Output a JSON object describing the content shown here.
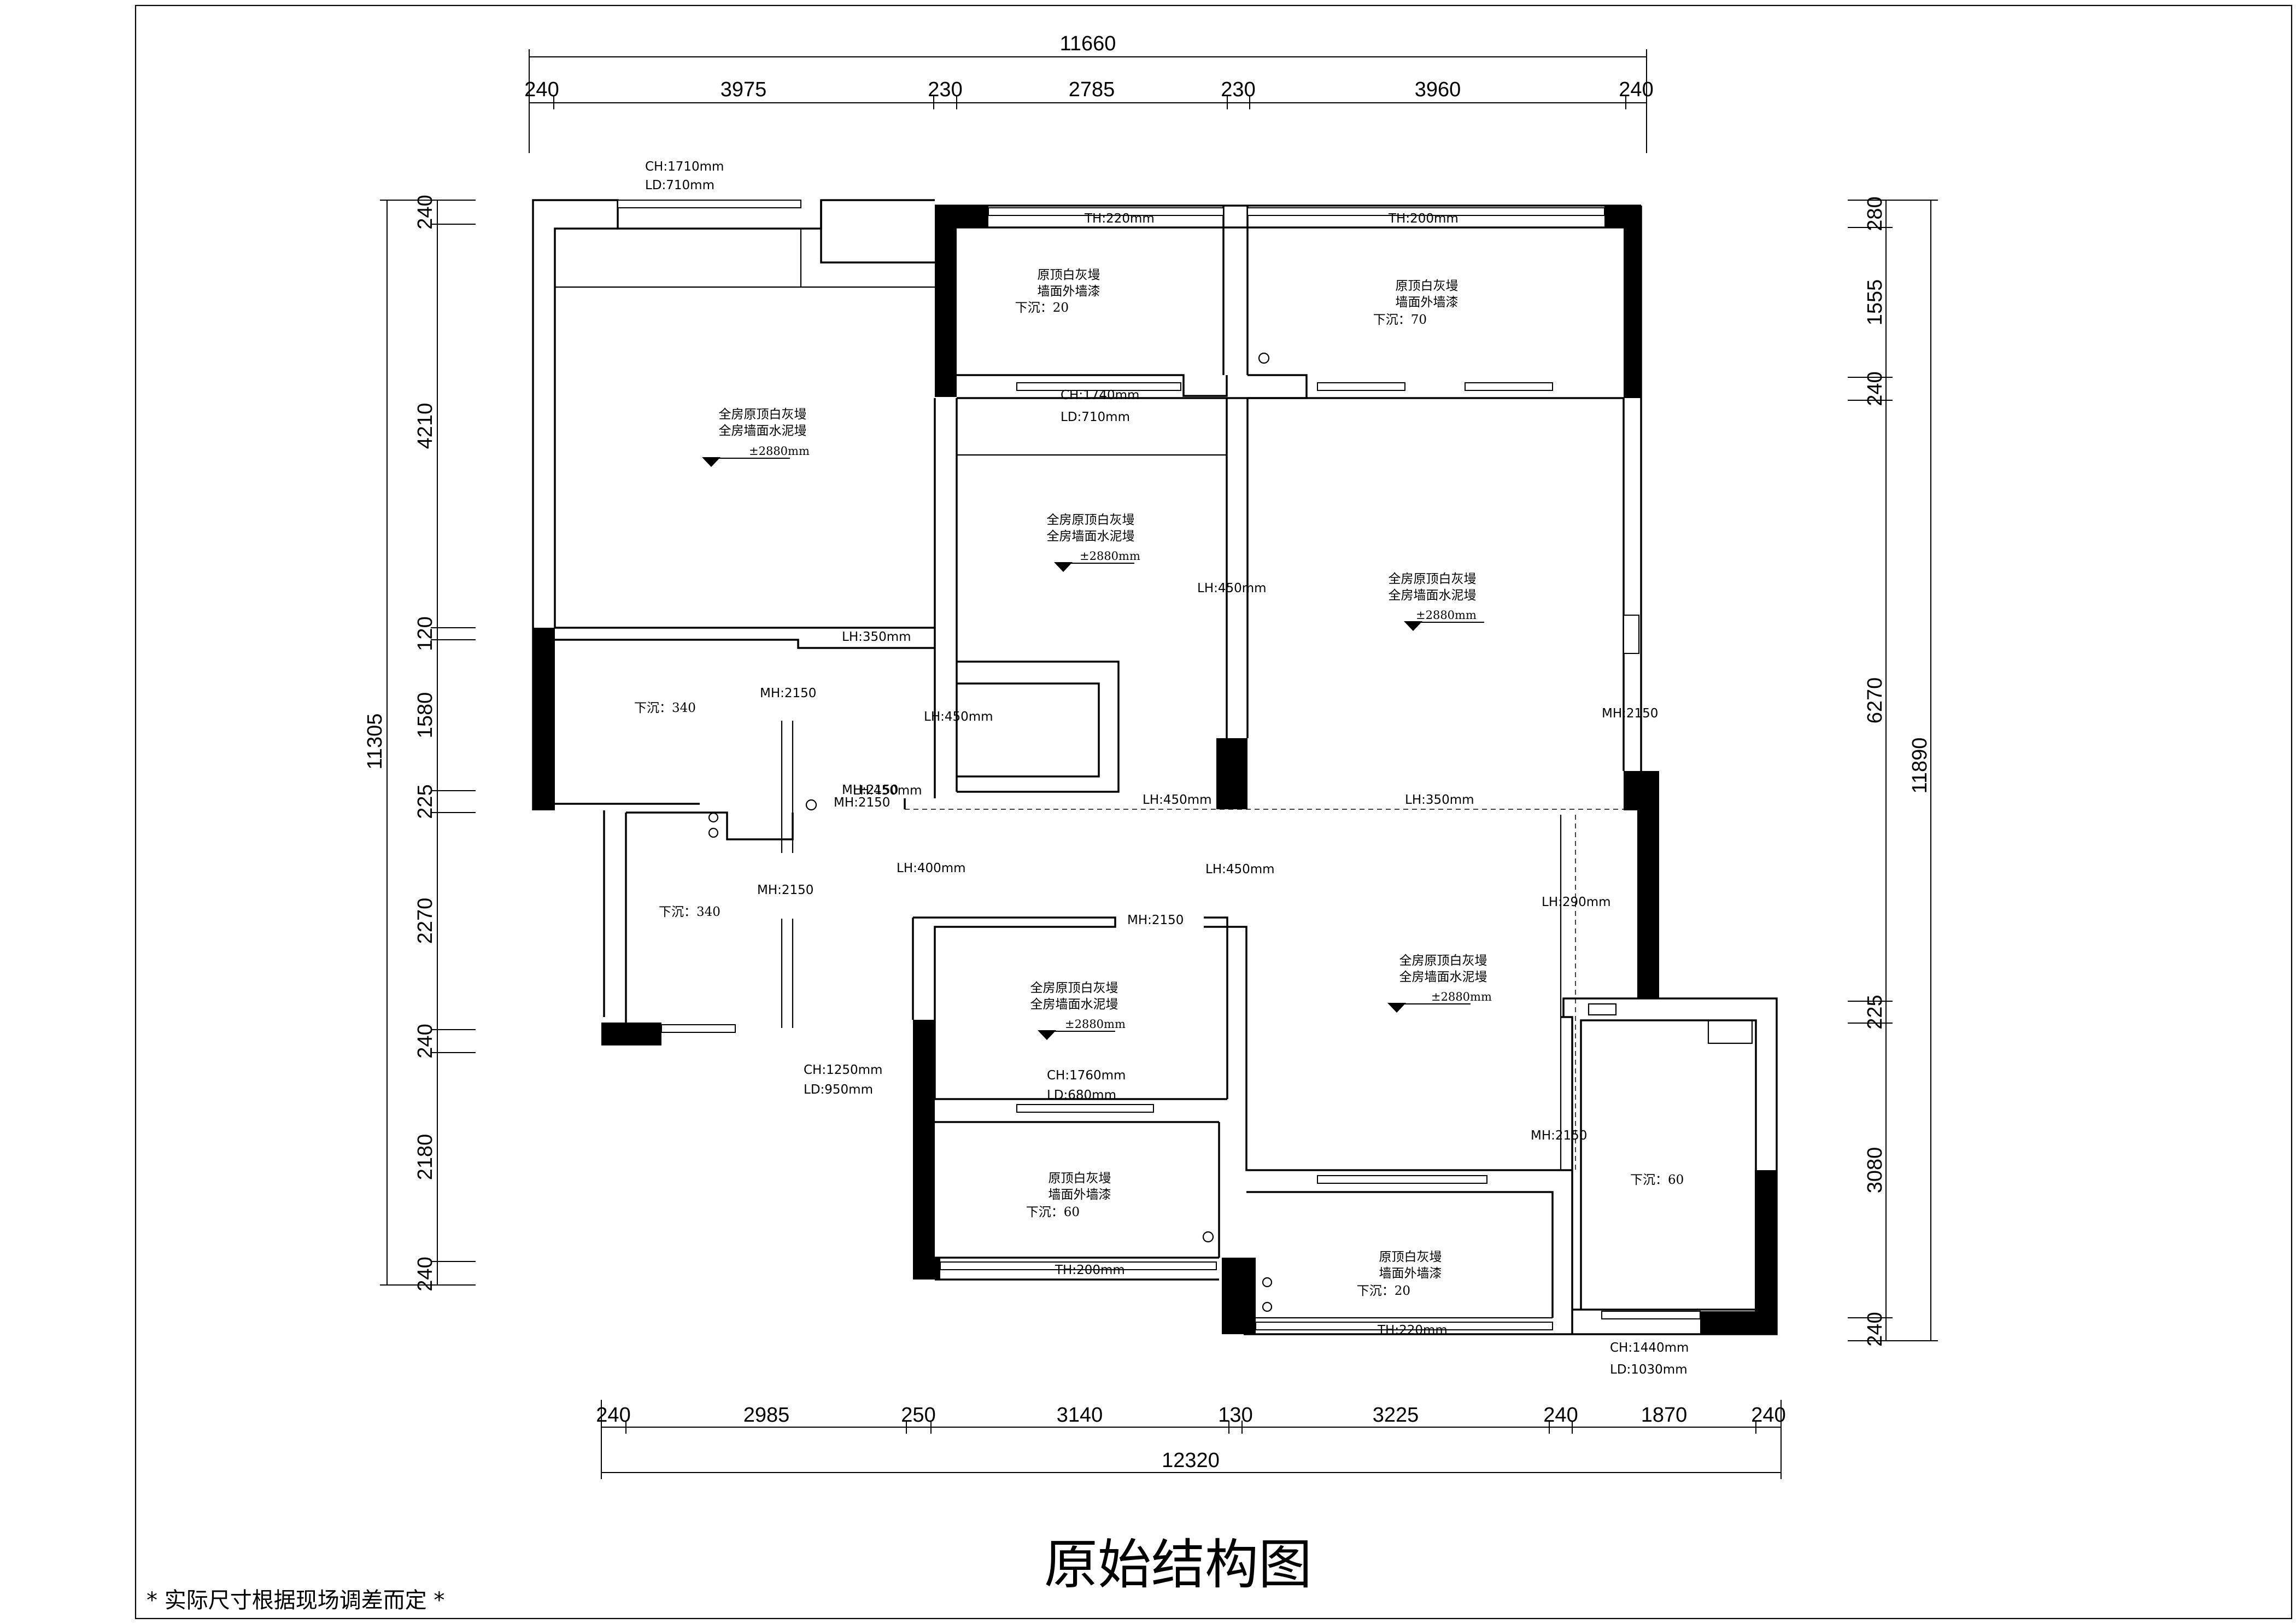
{
  "title": "原始结构图",
  "footnote": "* 实际尺寸根据现场调差而定 *",
  "dimensions": {
    "top_total": "11660",
    "top": [
      "240",
      "3975",
      "230",
      "2785",
      "230",
      "3960",
      "240"
    ],
    "bottom_total": "12320",
    "bottom": [
      "240",
      "2985",
      "250",
      "3140",
      "130",
      "3225",
      "240",
      "1870",
      "240"
    ],
    "left_total": "11305",
    "left": [
      "240",
      "4210",
      "120",
      "1580",
      "225",
      "2270",
      "240",
      "2180",
      "240"
    ],
    "right_total": "11890",
    "right": [
      "280",
      "1555",
      "240",
      "6270",
      "225",
      "3080",
      "240"
    ]
  },
  "rooms": [
    {
      "lines": [
        "全房原顶白灰墁",
        "全房墙面水泥墁"
      ],
      "level": "±2880mm"
    },
    {
      "lines": [
        "全房原顶白灰墁",
        "全房墙面水泥墁"
      ],
      "level": "±2880mm"
    },
    {
      "lines": [
        "全房原顶白灰墁",
        "全房墙面水泥墁"
      ],
      "level": "±2880mm"
    },
    {
      "lines": [
        "全房原顶白灰墁",
        "全房墙面水泥墁"
      ],
      "level": "±2880mm"
    },
    {
      "lines": [
        "全房原顶白灰墁",
        "全房墙面水泥墁"
      ],
      "level": "±2880mm"
    },
    {
      "lines": [
        "原顶白灰墁",
        "墙面外墙漆",
        "下沉：20"
      ]
    },
    {
      "lines": [
        "原顶白灰墁",
        "墙面外墙漆",
        "下沉：70"
      ]
    },
    {
      "lines": [
        "原顶白灰墁",
        "墙面外墙漆",
        "下沉：60"
      ]
    },
    {
      "lines": [
        "原顶白灰墁",
        "墙面外墙漆",
        "下沉：20"
      ]
    }
  ],
  "sinks": [
    "下沉：340",
    "下沉：340",
    "下沉：60"
  ],
  "notes": {
    "ch1": "CH:1710mm",
    "ld1": "LD:710mm",
    "ch2": "CH:1740mm",
    "ld2": "LD:710mm",
    "ch3": "CH:1250mm",
    "ld3": "LD:950mm",
    "ch4": "CH:1760mm",
    "ld4": "LD:680mm",
    "ch5": "CH:1440mm",
    "ld5": "LD:1030mm",
    "th1": "TH:220mm",
    "th2": "TH:200mm",
    "th3": "TH:200mm",
    "th4": "TH:220mm",
    "mh": [
      "MH:2150",
      "MH:2150",
      "MH:2150",
      "MH:2150",
      "MH:2150",
      "MH:2150",
      "MH:2150"
    ],
    "lh": [
      "LH:350mm",
      "LH:450mm",
      "LH:450mm",
      "LH:450mm",
      "LH:450mm",
      "LH:350mm",
      "LH:400mm",
      "LH:450mm",
      "LH:290mm",
      "LH:450mm"
    ]
  }
}
